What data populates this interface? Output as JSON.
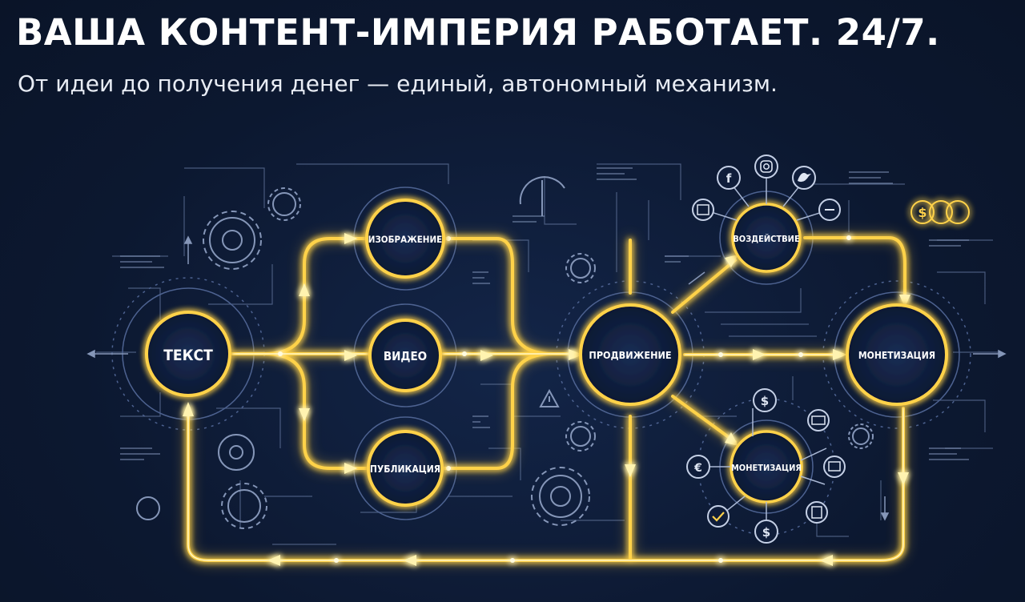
{
  "header": {
    "title": "ВАША КОНТЕНТ-ИМПЕРИЯ РАБОТАЕТ. 24/7.",
    "subtitle": "От идеи до получения денег — единый, автономный механизм."
  },
  "nodes": {
    "text": "ТЕКСТ",
    "image": "ИЗОБРАЖЕНИЕ",
    "video": "ВИДЕО",
    "publication": "ПУБЛИКАЦИЯ",
    "promotion": "ПРОДВИЖЕНИЕ",
    "impact": "ВОЗДЕЙСТВИЕ",
    "monetization_main": "МОНЕТИЗАЦИЯ",
    "monetization_sub": "МОНЕТИЗАЦИЯ"
  },
  "icons": {
    "social": [
      "facebook-icon",
      "instagram-icon",
      "twitter-icon",
      "photo-icon",
      "link-icon"
    ],
    "money": [
      "dollar-icon",
      "euro-icon",
      "checkmark-icon",
      "card-icon",
      "screen-icon",
      "receipt-icon"
    ],
    "gears": [
      "gear-icon",
      "warning-icon",
      "coins-icon"
    ]
  },
  "colors": {
    "background": "#0d1a33",
    "glow": "#ffd24a",
    "glow_core": "#fff3b0",
    "circuit": "#5d7096",
    "text": "#ffffff"
  }
}
